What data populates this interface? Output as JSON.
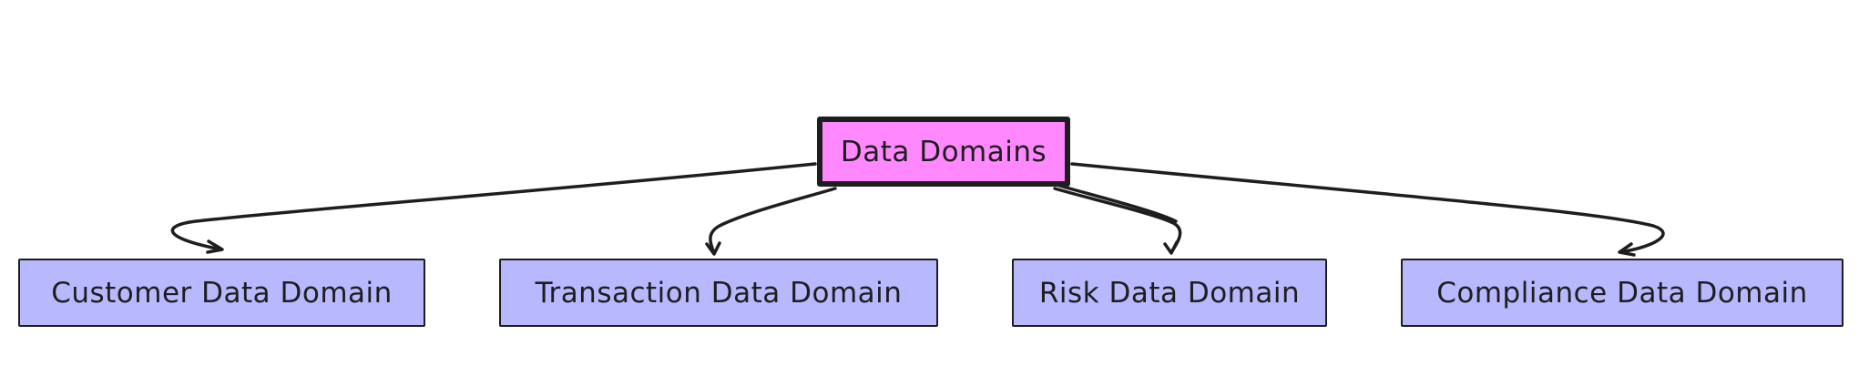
{
  "diagram": {
    "root": {
      "label": "Data Domains",
      "fill": "#ff88ff"
    },
    "children": [
      {
        "label": "Customer Data Domain",
        "fill": "#b8b8ff"
      },
      {
        "label": "Transaction Data Domain",
        "fill": "#b8b8ff"
      },
      {
        "label": "Risk Data Domain",
        "fill": "#b8b8ff"
      },
      {
        "label": "Compliance Data Domain",
        "fill": "#b8b8ff"
      }
    ],
    "edges": [
      {
        "from": "Data Domains",
        "to": "Customer Data Domain"
      },
      {
        "from": "Data Domains",
        "to": "Transaction Data Domain"
      },
      {
        "from": "Data Domains",
        "to": "Risk Data Domain"
      },
      {
        "from": "Data Domains",
        "to": "Compliance Data Domain"
      }
    ],
    "stroke_color": "#1e1e1e"
  }
}
